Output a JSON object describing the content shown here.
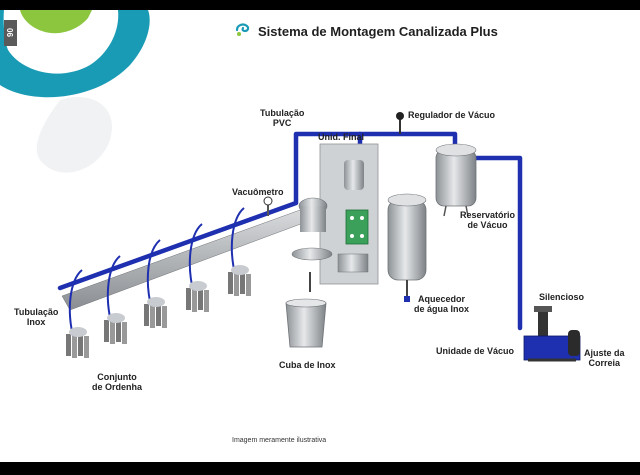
{
  "page": {
    "number": "90",
    "title": "Sistema de Montagem Canalizada Plus",
    "caption": "Imagem meramente ilustrativa"
  },
  "labels": {
    "tubulacao_pvc": [
      "Tubulação",
      "PVC"
    ],
    "regulador_vacuo": "Regulador de Vácuo",
    "unid_final": "Unid. Final",
    "vacuometro": "Vacuômetro",
    "reservatorio": [
      "Reservatório",
      "de Vácuo"
    ],
    "silencioso": "Silencioso",
    "aquecedor": [
      "Aquecedor",
      "de água Inox"
    ],
    "tubulacao_inox": [
      "Tubulação",
      "Inox"
    ],
    "conjunto_ordenha": [
      "Conjunto",
      "de Ordenha"
    ],
    "cuba_inox": "Cuba de Inox",
    "unidade_vacuo": "Unidade de Vácuo",
    "ajuste_correia": [
      "Ajuste da",
      "Correia"
    ]
  },
  "colors": {
    "brand_teal": "#1a9bb5",
    "pipe_blue": "#1e2fb0",
    "steel": "#b8bcc0",
    "panel_green": "#3aa05a"
  }
}
